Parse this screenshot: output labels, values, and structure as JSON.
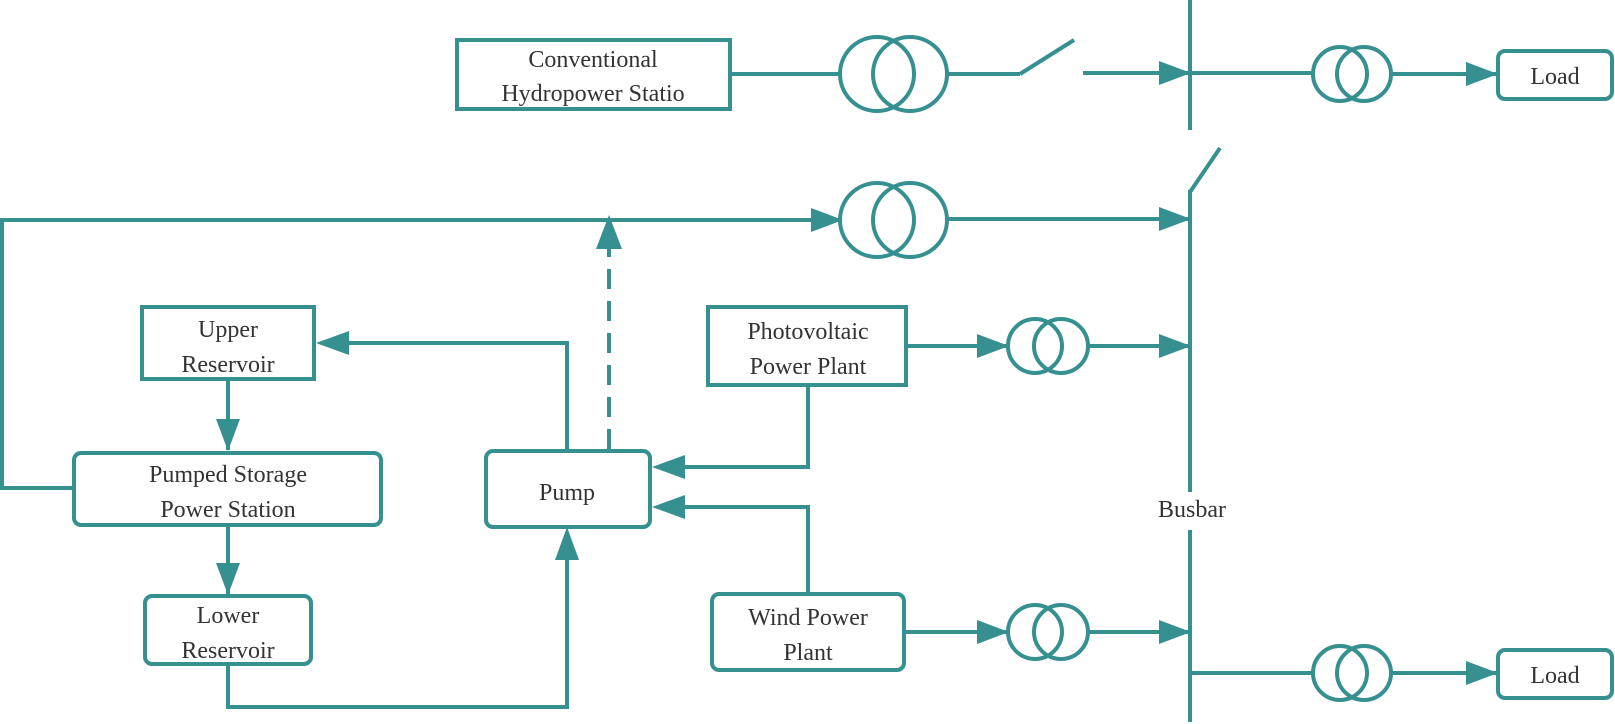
{
  "colors": {
    "stroke": "#35908f",
    "text": "#333333",
    "background": "#ffffff"
  },
  "nodes": {
    "conventional_hydropower": {
      "line1": "Conventional",
      "line2": "Hydropower Statio"
    },
    "upper_reservoir": {
      "line1": "Upper",
      "line2": "Reservoir"
    },
    "pumped_storage": {
      "line1": "Pumped Storage",
      "line2": "Power Station"
    },
    "lower_reservoir": {
      "line1": "Lower",
      "line2": "Reservoir"
    },
    "pump": {
      "label": "Pump"
    },
    "photovoltaic": {
      "line1": "Photovoltaic",
      "line2": "Power Plant"
    },
    "wind": {
      "line1": "Wind Power",
      "line2": "Plant"
    },
    "load_top": {
      "label": "Load"
    },
    "load_bottom": {
      "label": "Load"
    }
  },
  "busbar": {
    "label": "Busbar"
  },
  "symbols": {
    "transformer": "transformer-icon",
    "switch": "switch-icon",
    "arrow": "arrowhead-icon"
  }
}
